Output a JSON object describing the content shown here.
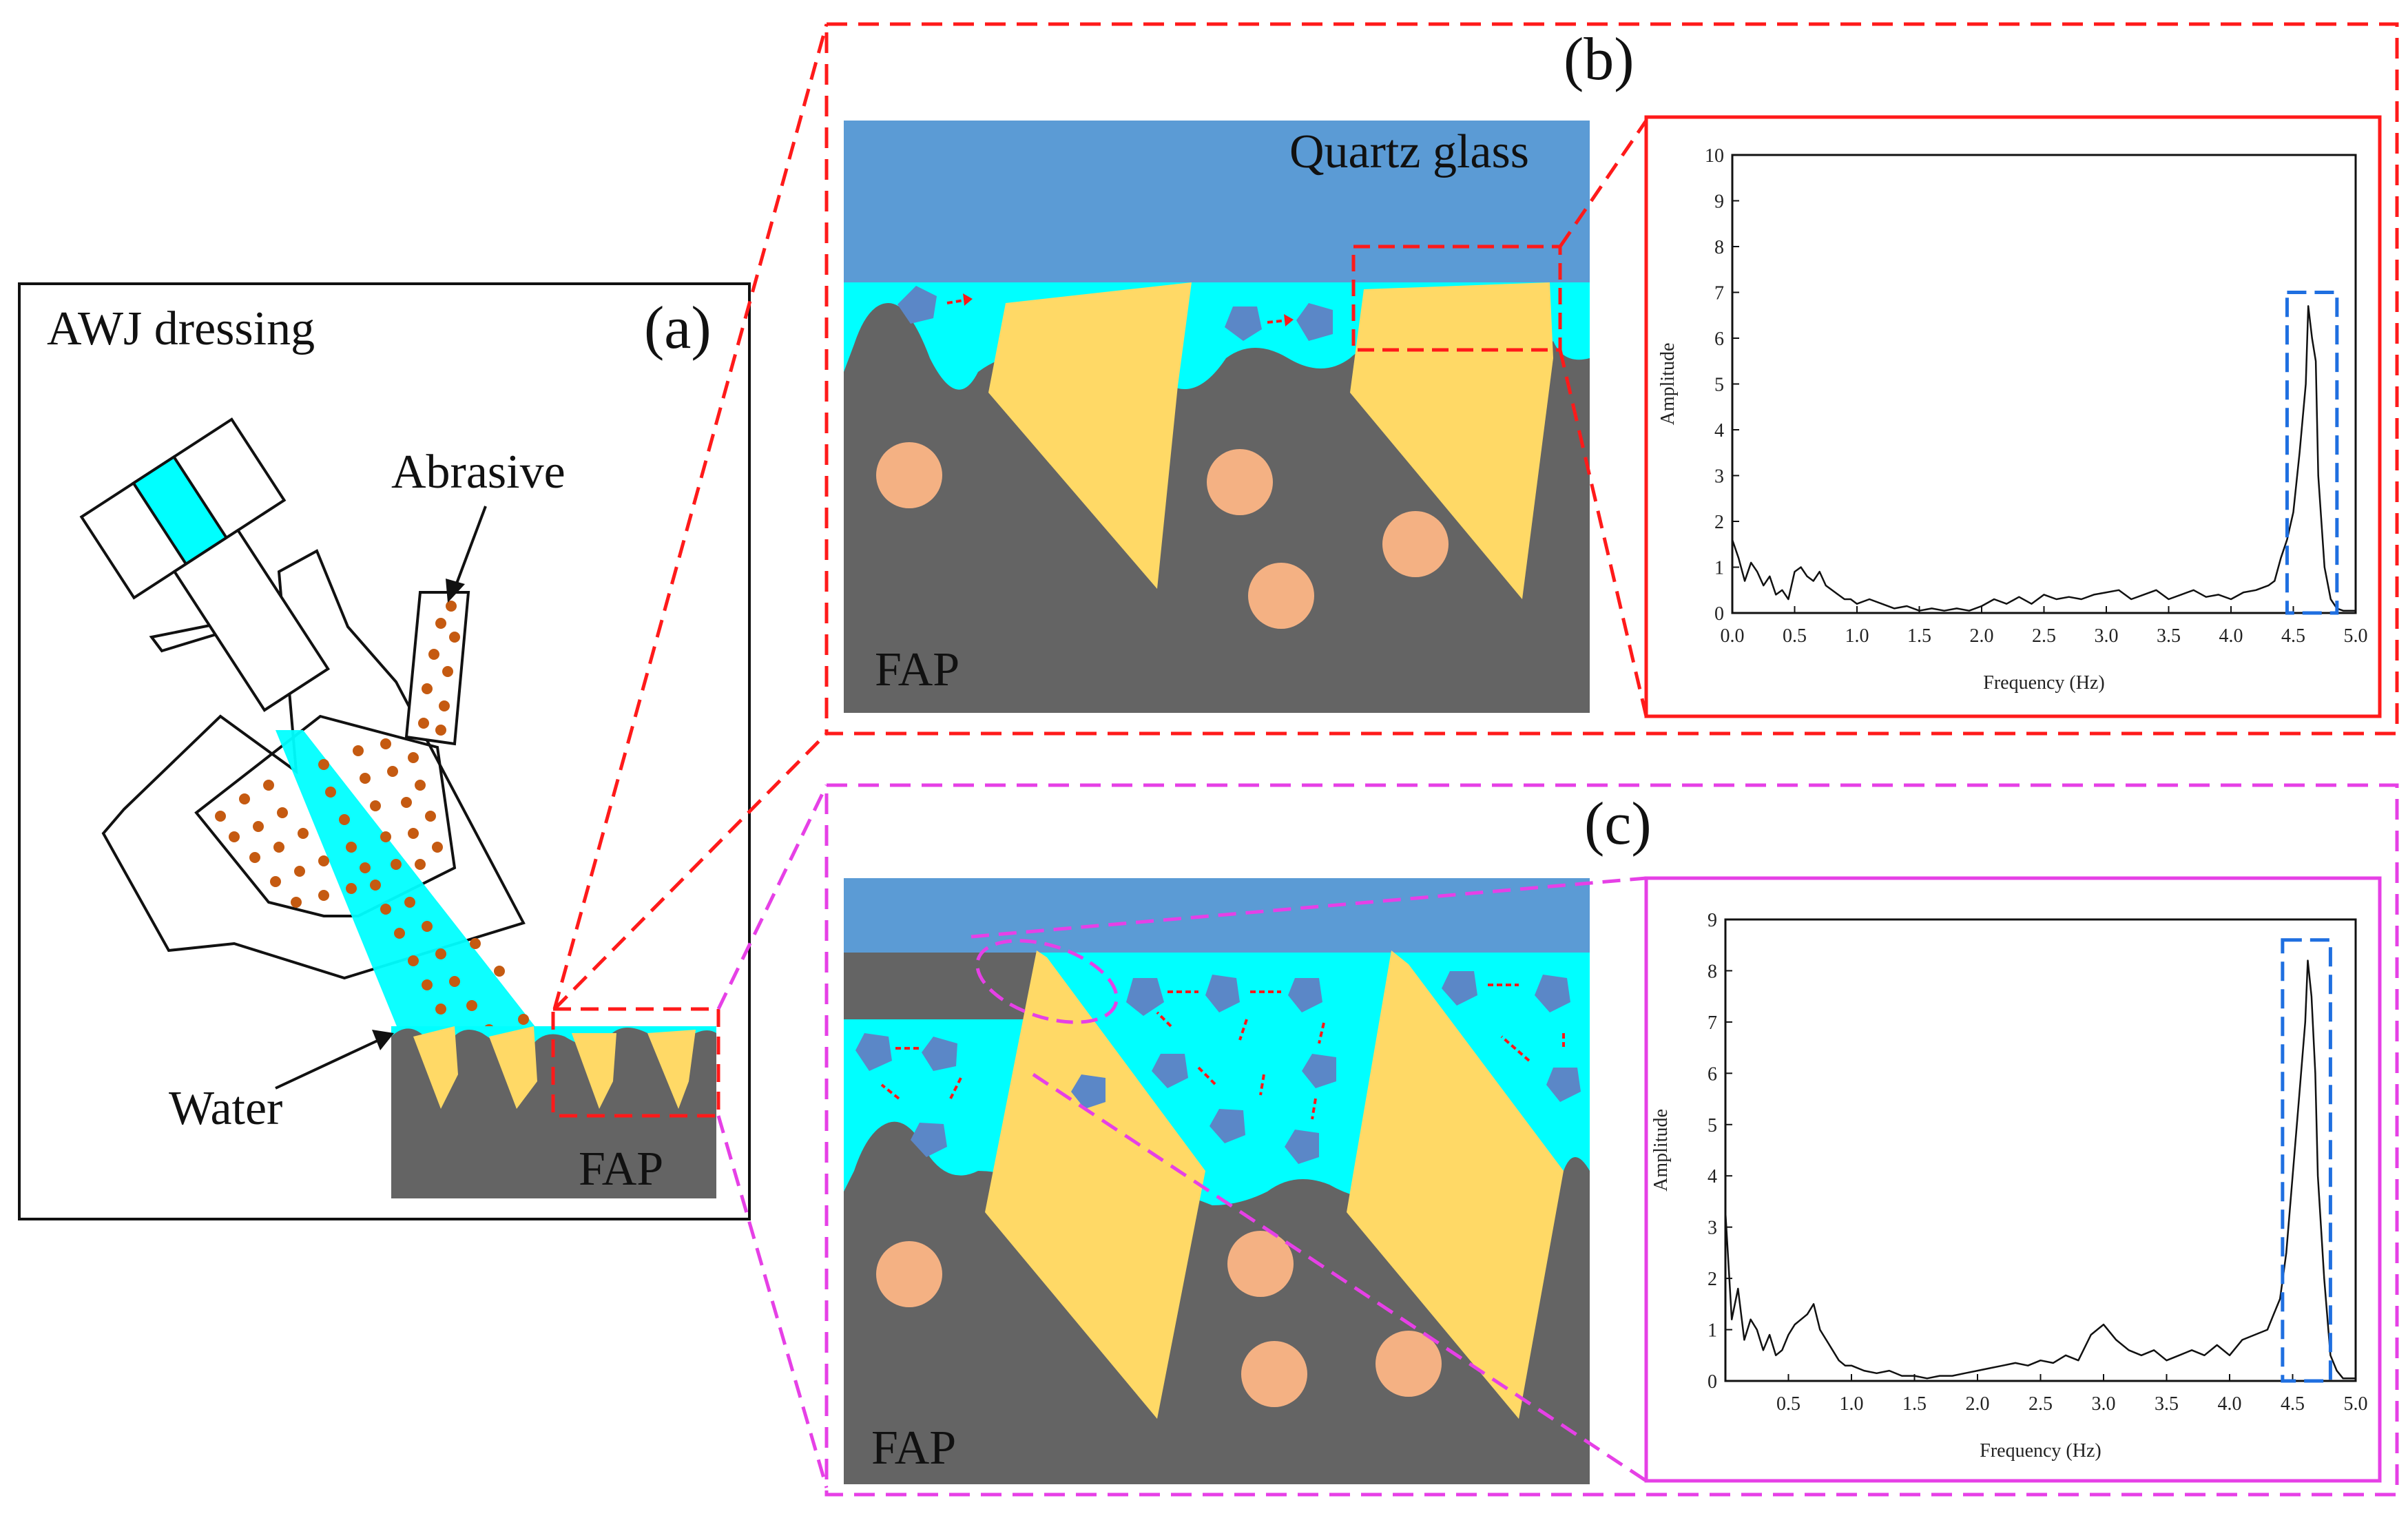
{
  "panel_a": {
    "label": "(a)",
    "title": "AWJ dressing",
    "abrasive_label": "Abrasive",
    "water_label": "Water",
    "fap_label": "FAP"
  },
  "panel_b": {
    "label": "(b)",
    "glass_label": "Quartz glass",
    "fap_label": "FAP"
  },
  "panel_c": {
    "label": "(c)",
    "fap_label": "FAP"
  },
  "colors": {
    "red_dash": "#ff1a1a",
    "magenta_dash": "#e640e6",
    "glass": "#5b9bd5",
    "water": "#00ffff",
    "fap_gray": "#646464",
    "grain_yellow": "#ffd966",
    "pore_orange": "#f4b183",
    "abrasive_particle": "#5b87c7",
    "abrasive_dot": "#c55a11",
    "peak_box": "#1f6fe0"
  },
  "chart_data": [
    {
      "type": "line",
      "panel": "b",
      "xlabel": "Frequency (Hz)",
      "ylabel": "Amplitude",
      "xlim": [
        0,
        5
      ],
      "ylim": [
        0,
        10
      ],
      "xticks": [
        "0.0",
        "0.5",
        "1.0",
        "1.5",
        "2.0",
        "2.5",
        "3.0",
        "3.5",
        "4.0",
        "4.5",
        "5.0"
      ],
      "yticks": [
        "0",
        "1",
        "2",
        "3",
        "4",
        "5",
        "6",
        "7",
        "8",
        "9",
        "10"
      ],
      "x": [
        0.0,
        0.05,
        0.1,
        0.15,
        0.2,
        0.25,
        0.3,
        0.35,
        0.4,
        0.45,
        0.5,
        0.55,
        0.6,
        0.65,
        0.7,
        0.75,
        0.8,
        0.85,
        0.9,
        0.95,
        1.0,
        1.1,
        1.2,
        1.3,
        1.4,
        1.5,
        1.6,
        1.7,
        1.8,
        1.9,
        2.0,
        2.1,
        2.2,
        2.3,
        2.4,
        2.5,
        2.6,
        2.7,
        2.8,
        2.9,
        3.0,
        3.1,
        3.2,
        3.3,
        3.4,
        3.5,
        3.6,
        3.7,
        3.8,
        3.9,
        4.0,
        4.1,
        4.2,
        4.3,
        4.35,
        4.4,
        4.45,
        4.5,
        4.55,
        4.6,
        4.62,
        4.65,
        4.68,
        4.7,
        4.75,
        4.8,
        4.85,
        4.9,
        5.0
      ],
      "values": [
        1.6,
        1.2,
        0.7,
        1.1,
        0.9,
        0.6,
        0.8,
        0.4,
        0.5,
        0.3,
        0.9,
        1.0,
        0.8,
        0.7,
        0.9,
        0.6,
        0.5,
        0.4,
        0.3,
        0.3,
        0.2,
        0.3,
        0.2,
        0.1,
        0.15,
        0.05,
        0.1,
        0.05,
        0.1,
        0.05,
        0.15,
        0.3,
        0.2,
        0.35,
        0.2,
        0.4,
        0.3,
        0.35,
        0.3,
        0.4,
        0.45,
        0.5,
        0.3,
        0.4,
        0.5,
        0.3,
        0.4,
        0.5,
        0.35,
        0.4,
        0.3,
        0.45,
        0.5,
        0.6,
        0.7,
        1.2,
        1.6,
        2.2,
        3.5,
        5.0,
        6.7,
        6.0,
        5.5,
        3.0,
        1.0,
        0.3,
        0.1,
        0.05,
        0.05
      ],
      "highlight": {
        "x0": 4.45,
        "x1": 4.85,
        "y0": 0,
        "y1": 7
      }
    },
    {
      "type": "line",
      "panel": "c",
      "xlabel": "Frequency (Hz)",
      "ylabel": "Amplitude",
      "xlim": [
        0,
        5
      ],
      "ylim": [
        0,
        9
      ],
      "xticks": [
        "0.5",
        "1.0",
        "1.5",
        "2.0",
        "2.5",
        "3.0",
        "3.5",
        "4.0",
        "4.5",
        "5.0"
      ],
      "yticks": [
        "0",
        "1",
        "2",
        "3",
        "4",
        "5",
        "6",
        "7",
        "8",
        "9"
      ],
      "x": [
        0.0,
        0.05,
        0.1,
        0.15,
        0.2,
        0.25,
        0.3,
        0.35,
        0.4,
        0.45,
        0.5,
        0.55,
        0.6,
        0.65,
        0.7,
        0.75,
        0.8,
        0.85,
        0.9,
        0.95,
        1.0,
        1.1,
        1.2,
        1.3,
        1.4,
        1.5,
        1.6,
        1.7,
        1.8,
        1.9,
        2.0,
        2.1,
        2.2,
        2.3,
        2.4,
        2.5,
        2.6,
        2.7,
        2.8,
        2.9,
        3.0,
        3.1,
        3.2,
        3.3,
        3.4,
        3.5,
        3.6,
        3.7,
        3.8,
        3.9,
        4.0,
        4.1,
        4.2,
        4.3,
        4.35,
        4.4,
        4.45,
        4.5,
        4.55,
        4.6,
        4.62,
        4.65,
        4.68,
        4.7,
        4.75,
        4.8,
        4.85,
        4.9,
        5.0
      ],
      "values": [
        3.3,
        1.2,
        1.8,
        0.8,
        1.2,
        1.0,
        0.6,
        0.9,
        0.5,
        0.6,
        0.9,
        1.1,
        1.2,
        1.3,
        1.5,
        1.0,
        0.8,
        0.6,
        0.4,
        0.3,
        0.3,
        0.2,
        0.15,
        0.2,
        0.1,
        0.1,
        0.05,
        0.1,
        0.1,
        0.15,
        0.2,
        0.25,
        0.3,
        0.35,
        0.3,
        0.4,
        0.35,
        0.5,
        0.4,
        0.9,
        1.1,
        0.8,
        0.6,
        0.5,
        0.6,
        0.4,
        0.5,
        0.6,
        0.5,
        0.7,
        0.5,
        0.8,
        0.9,
        1.0,
        1.3,
        1.6,
        2.5,
        4.0,
        5.5,
        7.0,
        8.2,
        7.5,
        6.0,
        4.0,
        2.0,
        0.5,
        0.2,
        0.05,
        0.05
      ],
      "highlight": {
        "x0": 4.42,
        "x1": 4.8,
        "y0": 0,
        "y1": 8.6
      }
    }
  ]
}
